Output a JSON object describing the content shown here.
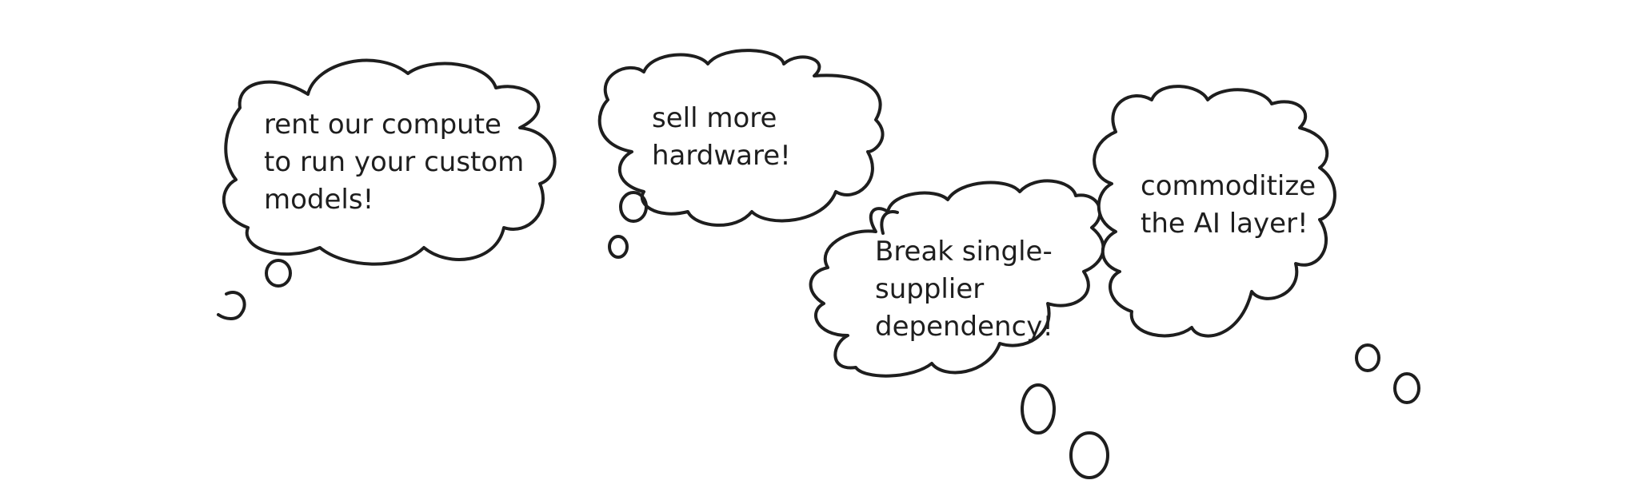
{
  "thoughts": [
    {
      "lines": [
        "rent our compute",
        "to run your custom",
        "models!"
      ]
    },
    {
      "lines": [
        "sell more",
        "hardware!"
      ]
    },
    {
      "lines": [
        "Break single-",
        "supplier",
        "dependency!"
      ]
    },
    {
      "lines": [
        "commoditize",
        "the AI layer!"
      ]
    }
  ],
  "colors": {
    "stroke": "#1e1e1e",
    "background": "#ffffff"
  }
}
